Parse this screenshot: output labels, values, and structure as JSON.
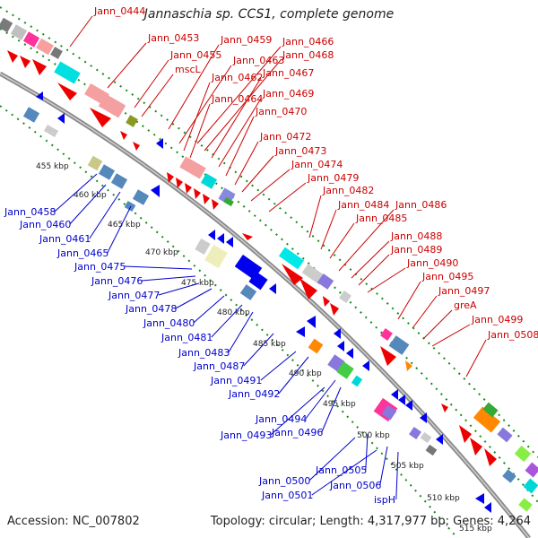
{
  "title": "Jannaschia sp. CCS1, complete genome",
  "footer": {
    "accession": "Accession: NC_007802",
    "summary": "Topology: circular; Length: 4,317,977 bp; Genes: 4,264"
  },
  "colors": {
    "forward_label": "#cc0000",
    "reverse_label": "#0000cc",
    "backbone": "#8a8a8a",
    "dotted_track": "#1a8a1a"
  },
  "ticks": [
    "455 kbp",
    "460 kbp",
    "465 kbp",
    "470 kbp",
    "475 kbp",
    "480 kbp",
    "485 kbp",
    "490 kbp",
    "495 kbp",
    "500 kbp",
    "505 kbp",
    "510 kbp",
    "515 kbp"
  ],
  "forward_labels": [
    "Jann_0444",
    "Jann_0453",
    "Jann_0455",
    "mscL",
    "Jann_0459",
    "Jann_0463",
    "Jann_0462",
    "Jann_0464",
    "Jann_0466",
    "Jann_0468",
    "Jann_0467",
    "Jann_0469",
    "Jann_0470",
    "Jann_0472",
    "Jann_0473",
    "Jann_0474",
    "Jann_0479",
    "Jann_0482",
    "Jann_0484",
    "Jann_0485",
    "Jann_0486",
    "Jann_0488",
    "Jann_0489",
    "Jann_0490",
    "Jann_0495",
    "Jann_0497",
    "greA",
    "Jann_0499",
    "Jann_0508"
  ],
  "reverse_labels": [
    "Jann_0458",
    "Jann_0460",
    "Jann_0461",
    "Jann_0465",
    "Jann_0475",
    "Jann_0476",
    "Jann_0477",
    "Jann_0478",
    "Jann_0480",
    "Jann_0481",
    "Jann_0483",
    "Jann_0487",
    "Jann_0491",
    "Jann_0492",
    "Jann_0494",
    "Jann_0493",
    "Jann_0496",
    "Jann_0500",
    "Jann_0505",
    "Jann_0501",
    "Jann_0506",
    "ispH"
  ]
}
